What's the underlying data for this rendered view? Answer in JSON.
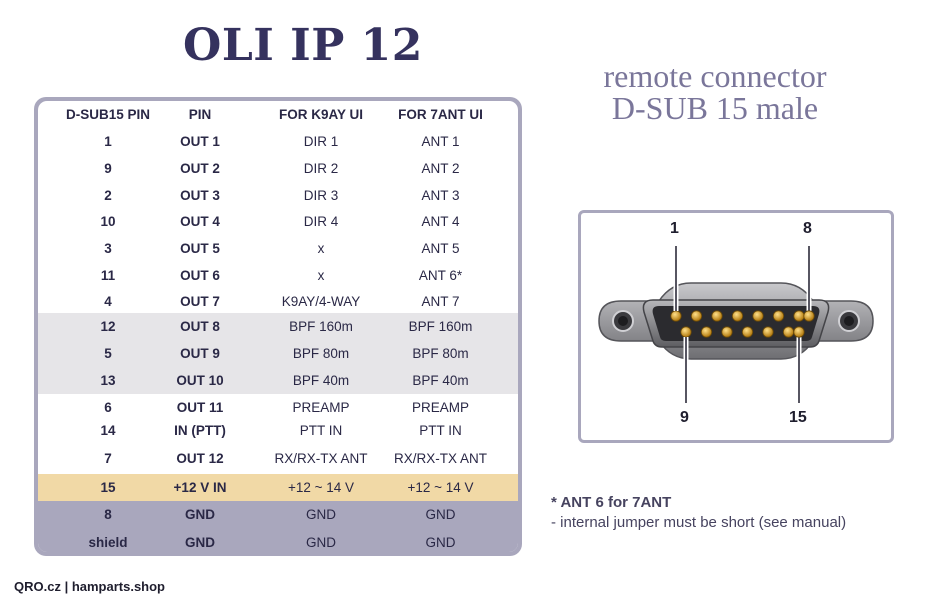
{
  "title": "OLI IP 12",
  "subtitle_line1": "remote connector",
  "subtitle_line2": "D-SUB 15 male",
  "table": {
    "headers": [
      "D-SUB15 PIN",
      "PIN",
      "FOR K9AY UI",
      "FOR 7ANT UI"
    ],
    "rows": [
      [
        "1",
        "OUT 1",
        "DIR 1",
        "ANT 1"
      ],
      [
        "9",
        "OUT 2",
        "DIR 2",
        "ANT 2"
      ],
      [
        "2",
        "OUT 3",
        "DIR 3",
        "ANT 3"
      ],
      [
        "10",
        "OUT 4",
        "DIR 4",
        "ANT 4"
      ],
      [
        "3",
        "OUT 5",
        "x",
        "ANT 5"
      ],
      [
        "11",
        "OUT 6",
        "x",
        "ANT 6*"
      ],
      [
        "4",
        "OUT 7",
        "K9AY/4-WAY",
        "ANT 7"
      ],
      [
        "12",
        "OUT 8",
        "BPF 160m",
        "BPF 160m"
      ],
      [
        "5",
        "OUT 9",
        "BPF 80m",
        "BPF 80m"
      ],
      [
        "13",
        "OUT 10",
        "BPF 40m",
        "BPF 40m"
      ],
      [
        "6",
        "OUT 11",
        "PREAMP",
        "PREAMP"
      ],
      [
        "14",
        "IN (PTT)",
        "PTT IN",
        "PTT IN"
      ],
      [
        "7",
        "OUT 12",
        "RX/RX-TX ANT",
        "RX/RX-TX ANT"
      ],
      [
        "15",
        "+12 V IN",
        "+12 ~ 14 V",
        "+12 ~ 14 V"
      ],
      [
        "8",
        "GND",
        "GND",
        "GND"
      ],
      [
        "shield",
        "GND",
        "GND",
        "GND"
      ]
    ]
  },
  "connector": {
    "label_pin_1": "1",
    "label_pin_8": "8",
    "label_pin_9": "9",
    "label_pin_15": "15"
  },
  "note_line1": "* ANT 6  for 7ANT",
  "note_line2": "- internal jumper must be short (see manual)",
  "footer": "QRO.cz | hamparts.shop",
  "colors": {
    "title": "#35325e",
    "subtitle": "#7a769a",
    "frame": "#a9a7bd",
    "row_gray": "#e6e5e8",
    "row_power": "#f1d9a6",
    "row_ground": "#a9a7bd",
    "pin_gold": "#d9a12a"
  }
}
